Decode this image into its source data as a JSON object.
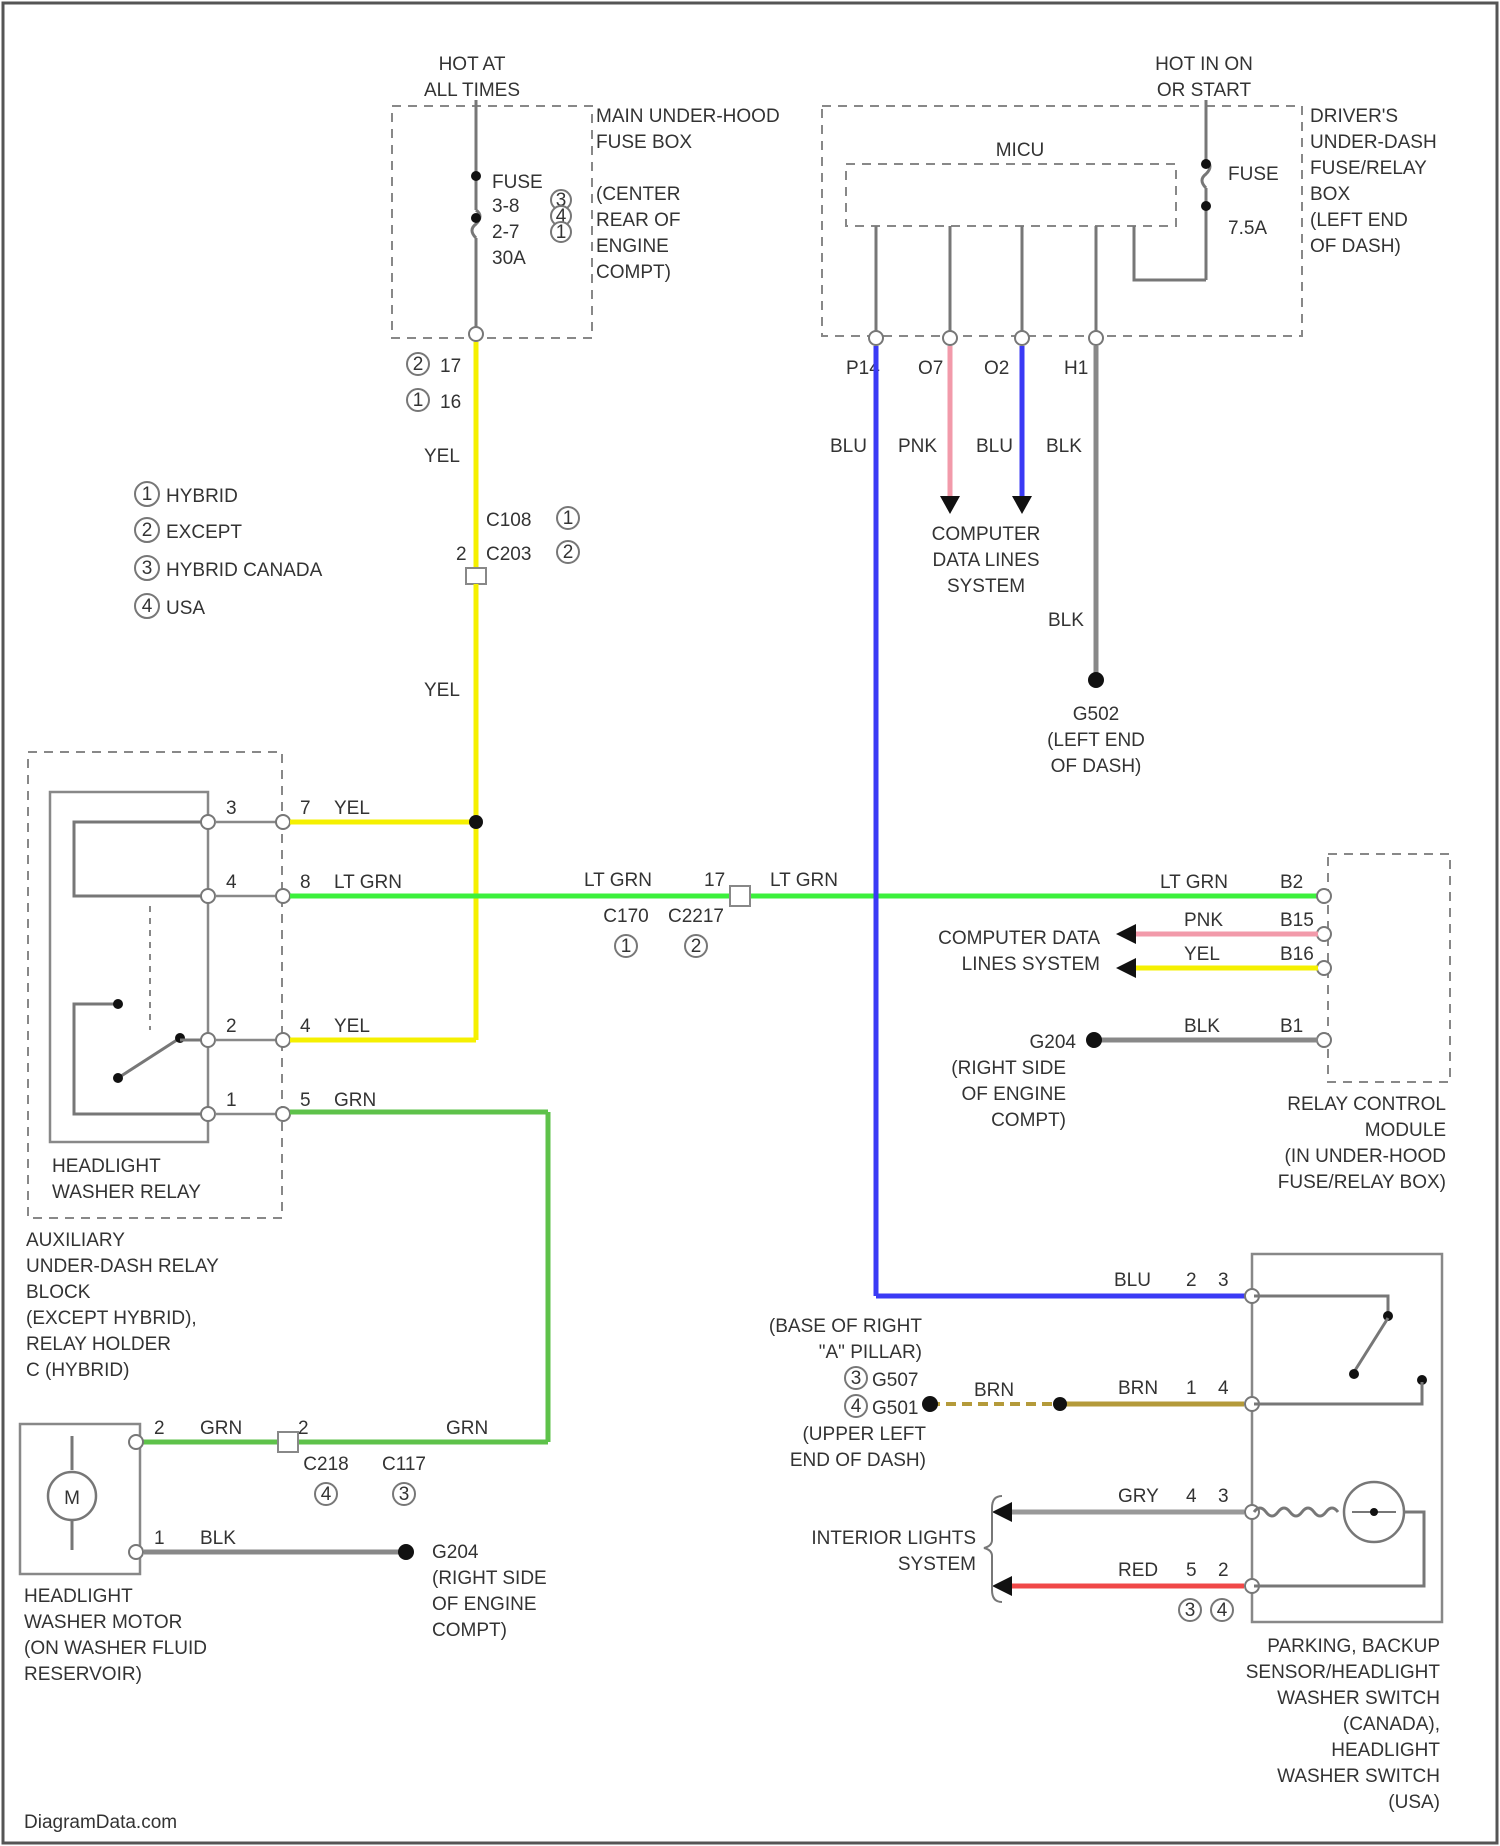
{
  "colors": {
    "yel": "#f5f000",
    "ltgrn": "#3cf03c",
    "grn": "#5ec24a",
    "blu": "#3a3af5",
    "pnk": "#f29aaa",
    "red": "#f04848",
    "brn": "#b49a3a",
    "gry": "#999999",
    "blk": "#888888"
  },
  "power": {
    "hot_at_all_times_1": "HOT AT",
    "hot_at_all_times_2": "ALL TIMES",
    "hot_in_on_1": "HOT IN ON",
    "hot_in_on_2": "OR START"
  },
  "main_fusebox": {
    "label": [
      "MAIN UNDER-HOOD",
      "FUSE BOX"
    ],
    "fuse": [
      "FUSE",
      "3-8",
      "2-7",
      "30A"
    ],
    "location": [
      "(CENTER",
      "REAR OF",
      "ENGINE",
      "COMPT)"
    ],
    "marks": [
      "3",
      "4",
      "1",
      "2"
    ],
    "pins": [
      {
        "num": "17",
        "mark": "2"
      },
      {
        "num": "16",
        "mark": "1"
      }
    ]
  },
  "driver_fusebox": {
    "label": [
      "DRIVER'S",
      "UNDER-DASH",
      "FUSE/RELAY",
      "BOX",
      "(LEFT END",
      "OF DASH)"
    ],
    "micu": "MICU",
    "fuse": [
      "FUSE",
      "7.5A"
    ],
    "pins": [
      "P14",
      "O7",
      "O2",
      "H1"
    ],
    "wires": [
      "BLU",
      "PNK",
      "BLU",
      "BLK"
    ]
  },
  "variant_legend": [
    {
      "mark": "1",
      "text": "HYBRID"
    },
    {
      "mark": "2",
      "text": "EXCEPT"
    },
    {
      "mark": "3",
      "text": "HYBRID CANADA"
    },
    {
      "mark": "4",
      "text": "USA"
    }
  ],
  "yel_feed": {
    "wire_top": "YEL",
    "wire_bottom": "YEL",
    "c108": "C108",
    "c203": "C203",
    "c203_pin": "2",
    "c108_mark": "1",
    "c203_mark": "2"
  },
  "computer_data_top": [
    "COMPUTER",
    "DATA LINES",
    "SYSTEM"
  ],
  "ground_top": {
    "wire": "BLK",
    "label": [
      "G502",
      "(LEFT END",
      "OF DASH)"
    ]
  },
  "relay_block": {
    "relay_label": [
      "HEADLIGHT",
      "WASHER RELAY"
    ],
    "block_label": [
      "AUXILIARY",
      "UNDER-DASH RELAY",
      "BLOCK",
      "(EXCEPT HYBRID),",
      "RELAY HOLDER",
      "C (HYBRID)"
    ],
    "rows": [
      {
        "in": "3",
        "out": "7",
        "wire": "YEL"
      },
      {
        "in": "4",
        "out": "8",
        "wire": "LT GRN"
      },
      {
        "in": "2",
        "out": "4",
        "wire": "YEL"
      },
      {
        "in": "1",
        "out": "5",
        "wire": "GRN"
      }
    ]
  },
  "ltgrn_run": {
    "wire_a": "LT GRN",
    "c170": "C170",
    "c2217": "C2217",
    "pin": "17",
    "wire_b": "LT GRN",
    "mark_a": "1",
    "mark_b": "2"
  },
  "relay_module": {
    "label": [
      "RELAY CONTROL",
      "MODULE",
      "(IN UNDER-HOOD",
      "FUSE/RELAY BOX)"
    ],
    "rows": [
      {
        "wire": "LT GRN",
        "pin": "B2"
      },
      {
        "wire": "PNK",
        "pin": "B15"
      },
      {
        "wire": "YEL",
        "pin": "B16"
      },
      {
        "wire": "BLK",
        "pin": "B1"
      }
    ],
    "data_lines": [
      "COMPUTER DATA",
      "LINES SYSTEM"
    ],
    "ground": [
      "G204",
      "(RIGHT SIDE",
      "OF ENGINE",
      "COMPT)"
    ]
  },
  "motor": {
    "symbol": "M",
    "pin_top": "2",
    "wire_top": "GRN",
    "conn_pin": "2",
    "wire_right": "GRN",
    "c218": "C218",
    "c117": "C117",
    "c218_mark": "4",
    "c117_mark": "3",
    "pin_bottom": "1",
    "wire_bottom": "BLK",
    "ground": [
      "G204",
      "(RIGHT SIDE",
      "OF ENGINE",
      "COMPT)"
    ],
    "label": [
      "HEADLIGHT",
      "WASHER MOTOR",
      "(ON WASHER FLUID",
      "RESERVOIR)"
    ]
  },
  "switch": {
    "rows": [
      {
        "wire": "BLU",
        "a": "2",
        "b": "3"
      },
      {
        "wire": "BRN",
        "a": "1",
        "b": "4"
      },
      {
        "wire": "GRY",
        "a": "4",
        "b": "3"
      },
      {
        "wire": "RED",
        "a": "5",
        "b": "2"
      }
    ],
    "brn_left": "BRN",
    "ground": [
      "(BASE OF RIGHT",
      "\"A\" PILLAR)"
    ],
    "g_a": "G507",
    "g_b": "G501",
    "g_a_mark": "3",
    "g_b_mark": "4",
    "ground_b": [
      "(UPPER LEFT",
      "END OF DASH)"
    ],
    "interior": [
      "INTERIOR LIGHTS",
      "SYSTEM"
    ],
    "red_marks": [
      "3",
      "4"
    ],
    "label": [
      "PARKING, BACKUP",
      "SENSOR/HEADLIGHT",
      "WASHER SWITCH",
      "(CANADA),",
      "HEADLIGHT",
      "WASHER SWITCH",
      "(USA)"
    ]
  },
  "footer": "DiagramData.com"
}
